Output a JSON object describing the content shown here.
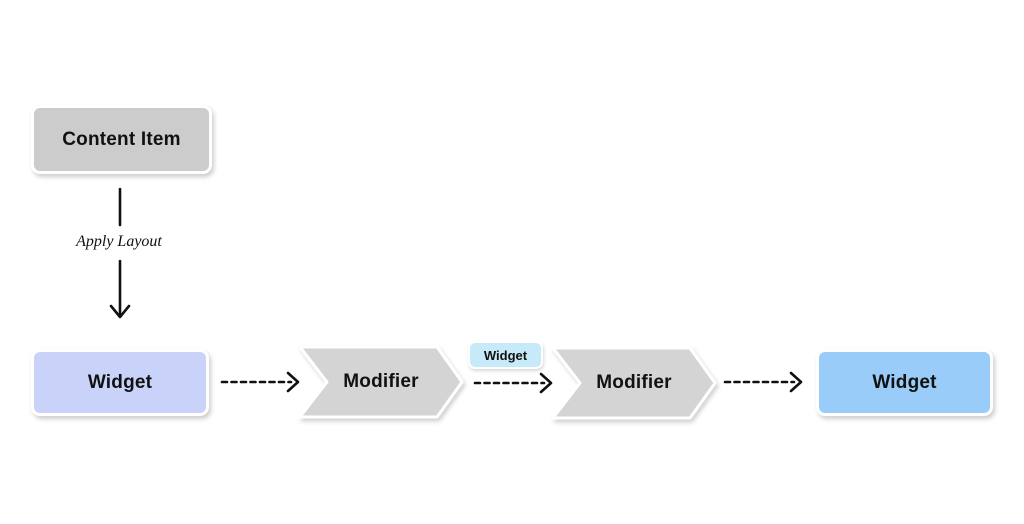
{
  "diagram": {
    "background": "#ffffff",
    "text_color": "#111111",
    "arrow_color": "#111111",
    "nodes": [
      {
        "id": "content-item",
        "label": "Content Item",
        "shape": "rounded-rect",
        "fill": "#cccccc"
      },
      {
        "id": "widget-source",
        "label": "Widget",
        "shape": "rounded-rect",
        "fill": "#c9d2f8"
      },
      {
        "id": "modifier-1",
        "label": "Modifier",
        "shape": "chevron",
        "fill": "#d4d4d4"
      },
      {
        "id": "widget-chip",
        "label": "Widget",
        "shape": "rounded-rect",
        "fill": "#c7eaf9"
      },
      {
        "id": "modifier-2",
        "label": "Modifier",
        "shape": "chevron",
        "fill": "#d4d4d4"
      },
      {
        "id": "widget-output",
        "label": "Widget",
        "shape": "rounded-rect",
        "fill": "#99ccf8"
      }
    ],
    "edges": [
      {
        "from": "content-item",
        "to": "widget-source",
        "label": "Apply Layout",
        "style": "solid-arrow-down"
      },
      {
        "from": "widget-source",
        "to": "modifier-1",
        "label": "",
        "style": "dashed-arrow-right"
      },
      {
        "from": "modifier-1",
        "to": "modifier-2",
        "label": "",
        "style": "dashed-arrow-right"
      },
      {
        "from": "modifier-2",
        "to": "widget-output",
        "label": "",
        "style": "dashed-arrow-right"
      }
    ]
  }
}
